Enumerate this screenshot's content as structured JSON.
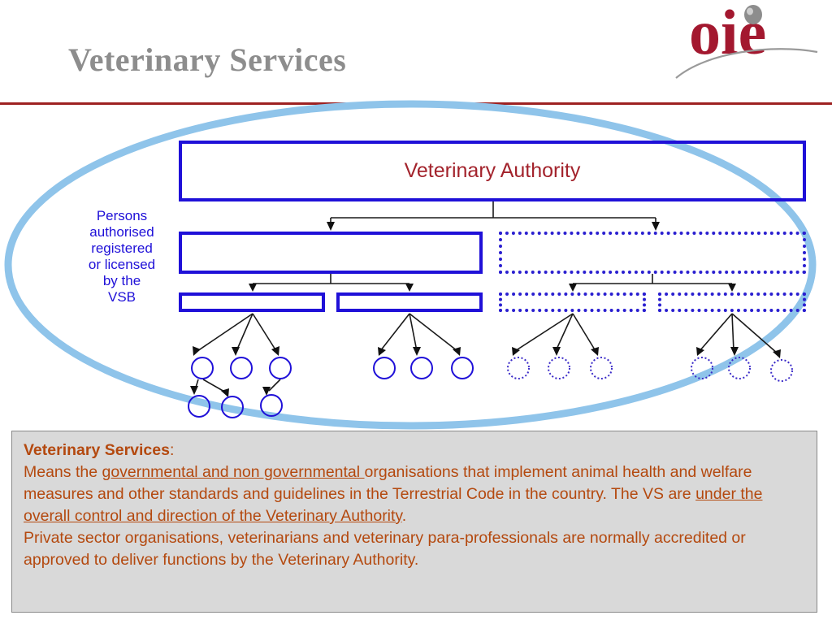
{
  "header": {
    "title": "Veterinary Services",
    "logo_name": "oie-logo",
    "logo_text": "oie",
    "rule_color": "#9e2121",
    "title_color": "#8d8d8d"
  },
  "diagram": {
    "ellipse_color": "#8fc4ea",
    "box_color": "#1f10d8",
    "arrow_color": "#000000",
    "va_label": "Veterinary Authority",
    "va_label_color": "#a3232c",
    "vsb_caption": "Persons authorised registered or licensed by the VSB",
    "vsb_caption_lines": [
      "Persons",
      "authorised",
      "registered",
      "or licensed",
      "by the",
      "VSB"
    ],
    "boxes": [
      {
        "id": "va",
        "tier": 1,
        "style": "solid",
        "label": "Veterinary Authority"
      },
      {
        "id": "tier2-left",
        "tier": 2,
        "style": "solid",
        "label": ""
      },
      {
        "id": "tier2-right",
        "tier": 2,
        "style": "dotted",
        "label": ""
      },
      {
        "id": "tier3-a",
        "tier": 3,
        "style": "solid",
        "label": ""
      },
      {
        "id": "tier3-b",
        "tier": 3,
        "style": "solid",
        "label": ""
      },
      {
        "id": "tier3-c",
        "tier": 3,
        "style": "dotted",
        "label": ""
      },
      {
        "id": "tier3-d",
        "tier": 3,
        "style": "dotted",
        "label": ""
      }
    ],
    "circle_groups": [
      {
        "id": "group-a",
        "style": "solid",
        "count": 3,
        "sub_count": 3
      },
      {
        "id": "group-b",
        "style": "solid",
        "count": 3,
        "sub_count": 0
      },
      {
        "id": "group-c",
        "style": "dotted",
        "count": 3,
        "sub_count": 0
      },
      {
        "id": "group-d",
        "style": "dotted",
        "count": 3,
        "sub_count": 0
      }
    ]
  },
  "definition": {
    "panel_bg": "#d9d9d9",
    "text_color": "#b4490f",
    "term": "Veterinary Services",
    "term_suffix": ":",
    "line1_pre": "Means the ",
    "line1_underline": "governmental and non governmental ",
    "line1_post": "organisations that implement animal health and welfare measures and other standards and guidelines in the Terrestrial Code in the country. The VS are ",
    "line2_underline": "under the overall control and direction of the Veterinary Authority",
    "line2_post": ".",
    "paragraph2": "Private sector organisations, veterinarians and veterinary para-professionals are normally accredited or approved to deliver functions by the Veterinary Authority."
  }
}
